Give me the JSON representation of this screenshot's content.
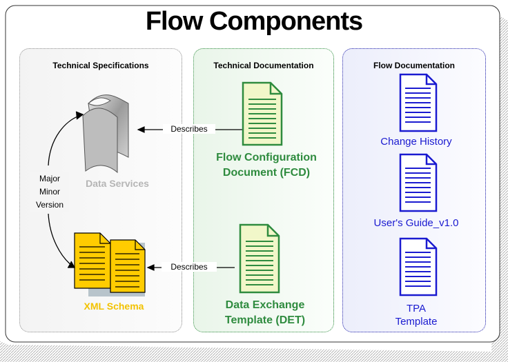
{
  "title": "Flow Components",
  "panels": {
    "tech_spec": {
      "title": "Technical Specifications"
    },
    "tech_doc": {
      "title": "Technical Documentation"
    },
    "flow_doc": {
      "title": "Flow Documentation"
    }
  },
  "tech_spec": {
    "data_services": "Data Services",
    "xml_schema": "XML Schema",
    "version_label": [
      "Major",
      "Minor",
      "Version"
    ]
  },
  "tech_doc": {
    "fcd_line1": "Flow Configuration",
    "fcd_line2": "Document (FCD)",
    "det_line1": "Data Exchange",
    "det_line2": "Template (DET)"
  },
  "connectors": {
    "describes_top": "Describes",
    "describes_bottom": "Describes"
  },
  "flow_doc": {
    "change_history": "Change History",
    "users_guide": "User's Guide_v1.0",
    "tpa_line1": "TPA",
    "tpa_line2": "Template"
  },
  "colors": {
    "green": "#2e8b3e",
    "blue": "#1a1ad0",
    "yellow": "#f2c200",
    "gray": "#a9a9a9"
  }
}
